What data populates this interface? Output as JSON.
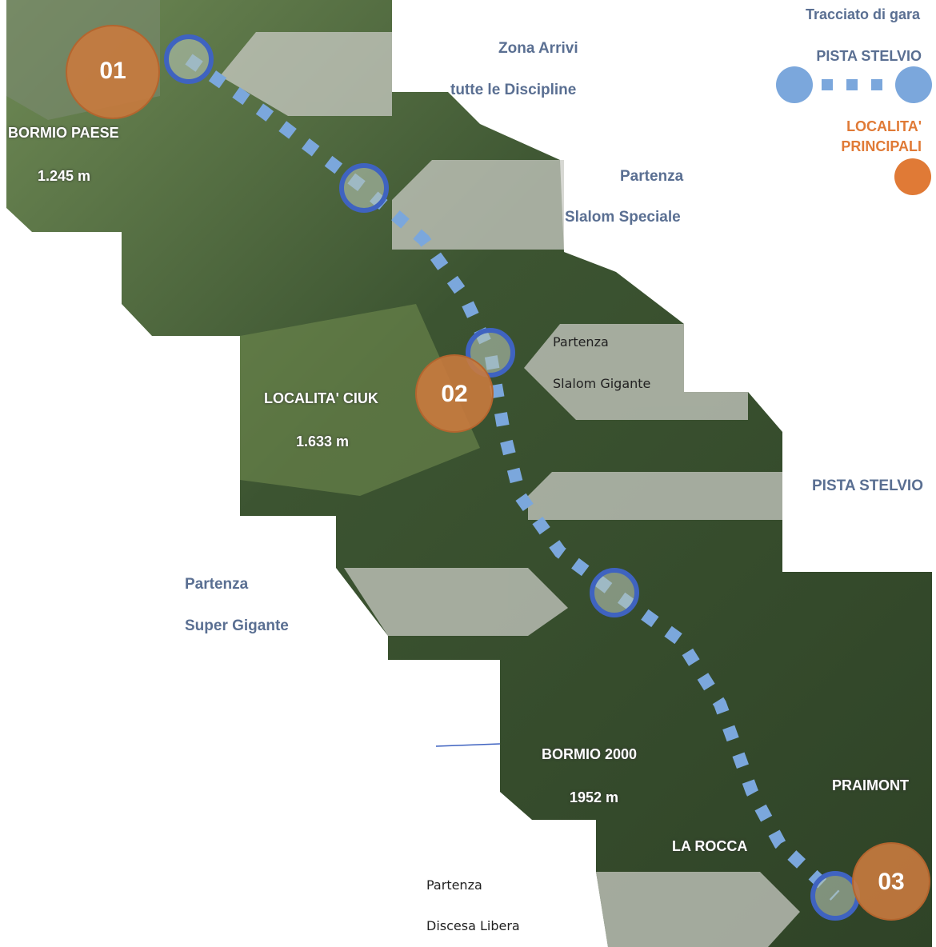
{
  "legend": {
    "title": "Tracciato di gara",
    "route_name": "PISTA STELVIO",
    "places_line1": "LOCALITA'",
    "places_line2": "PRINCIPALI",
    "route_color": "#7ba7dc",
    "place_color": "#e07a36"
  },
  "places": [
    {
      "number": "01",
      "name": "BORMIO PAESE",
      "altitude": "1.245 m"
    },
    {
      "number": "02",
      "name": "LOCALITA' CIUK",
      "altitude": "1.633 m"
    },
    {
      "number": "03",
      "name": "PRAIMONT"
    }
  ],
  "other_places": {
    "bormio2000": "BORMIO 2000",
    "bormio2000_alt": "1952 m",
    "la_rocca": "LA ROCCA"
  },
  "starts": {
    "arrivi_1": "Zona Arrivi",
    "arrivi_2": "tutte le Discipline",
    "sl_1": "Partenza",
    "sl_2": "Slalom Speciale",
    "gs_1": "Partenza",
    "gs_2": "Slalom Gigante",
    "sg_1": "Partenza",
    "sg_2": "Super Gigante",
    "dh_1": "Partenza",
    "dh_2": "Discesa Libera"
  },
  "route_label": "PISTA STELVIO"
}
